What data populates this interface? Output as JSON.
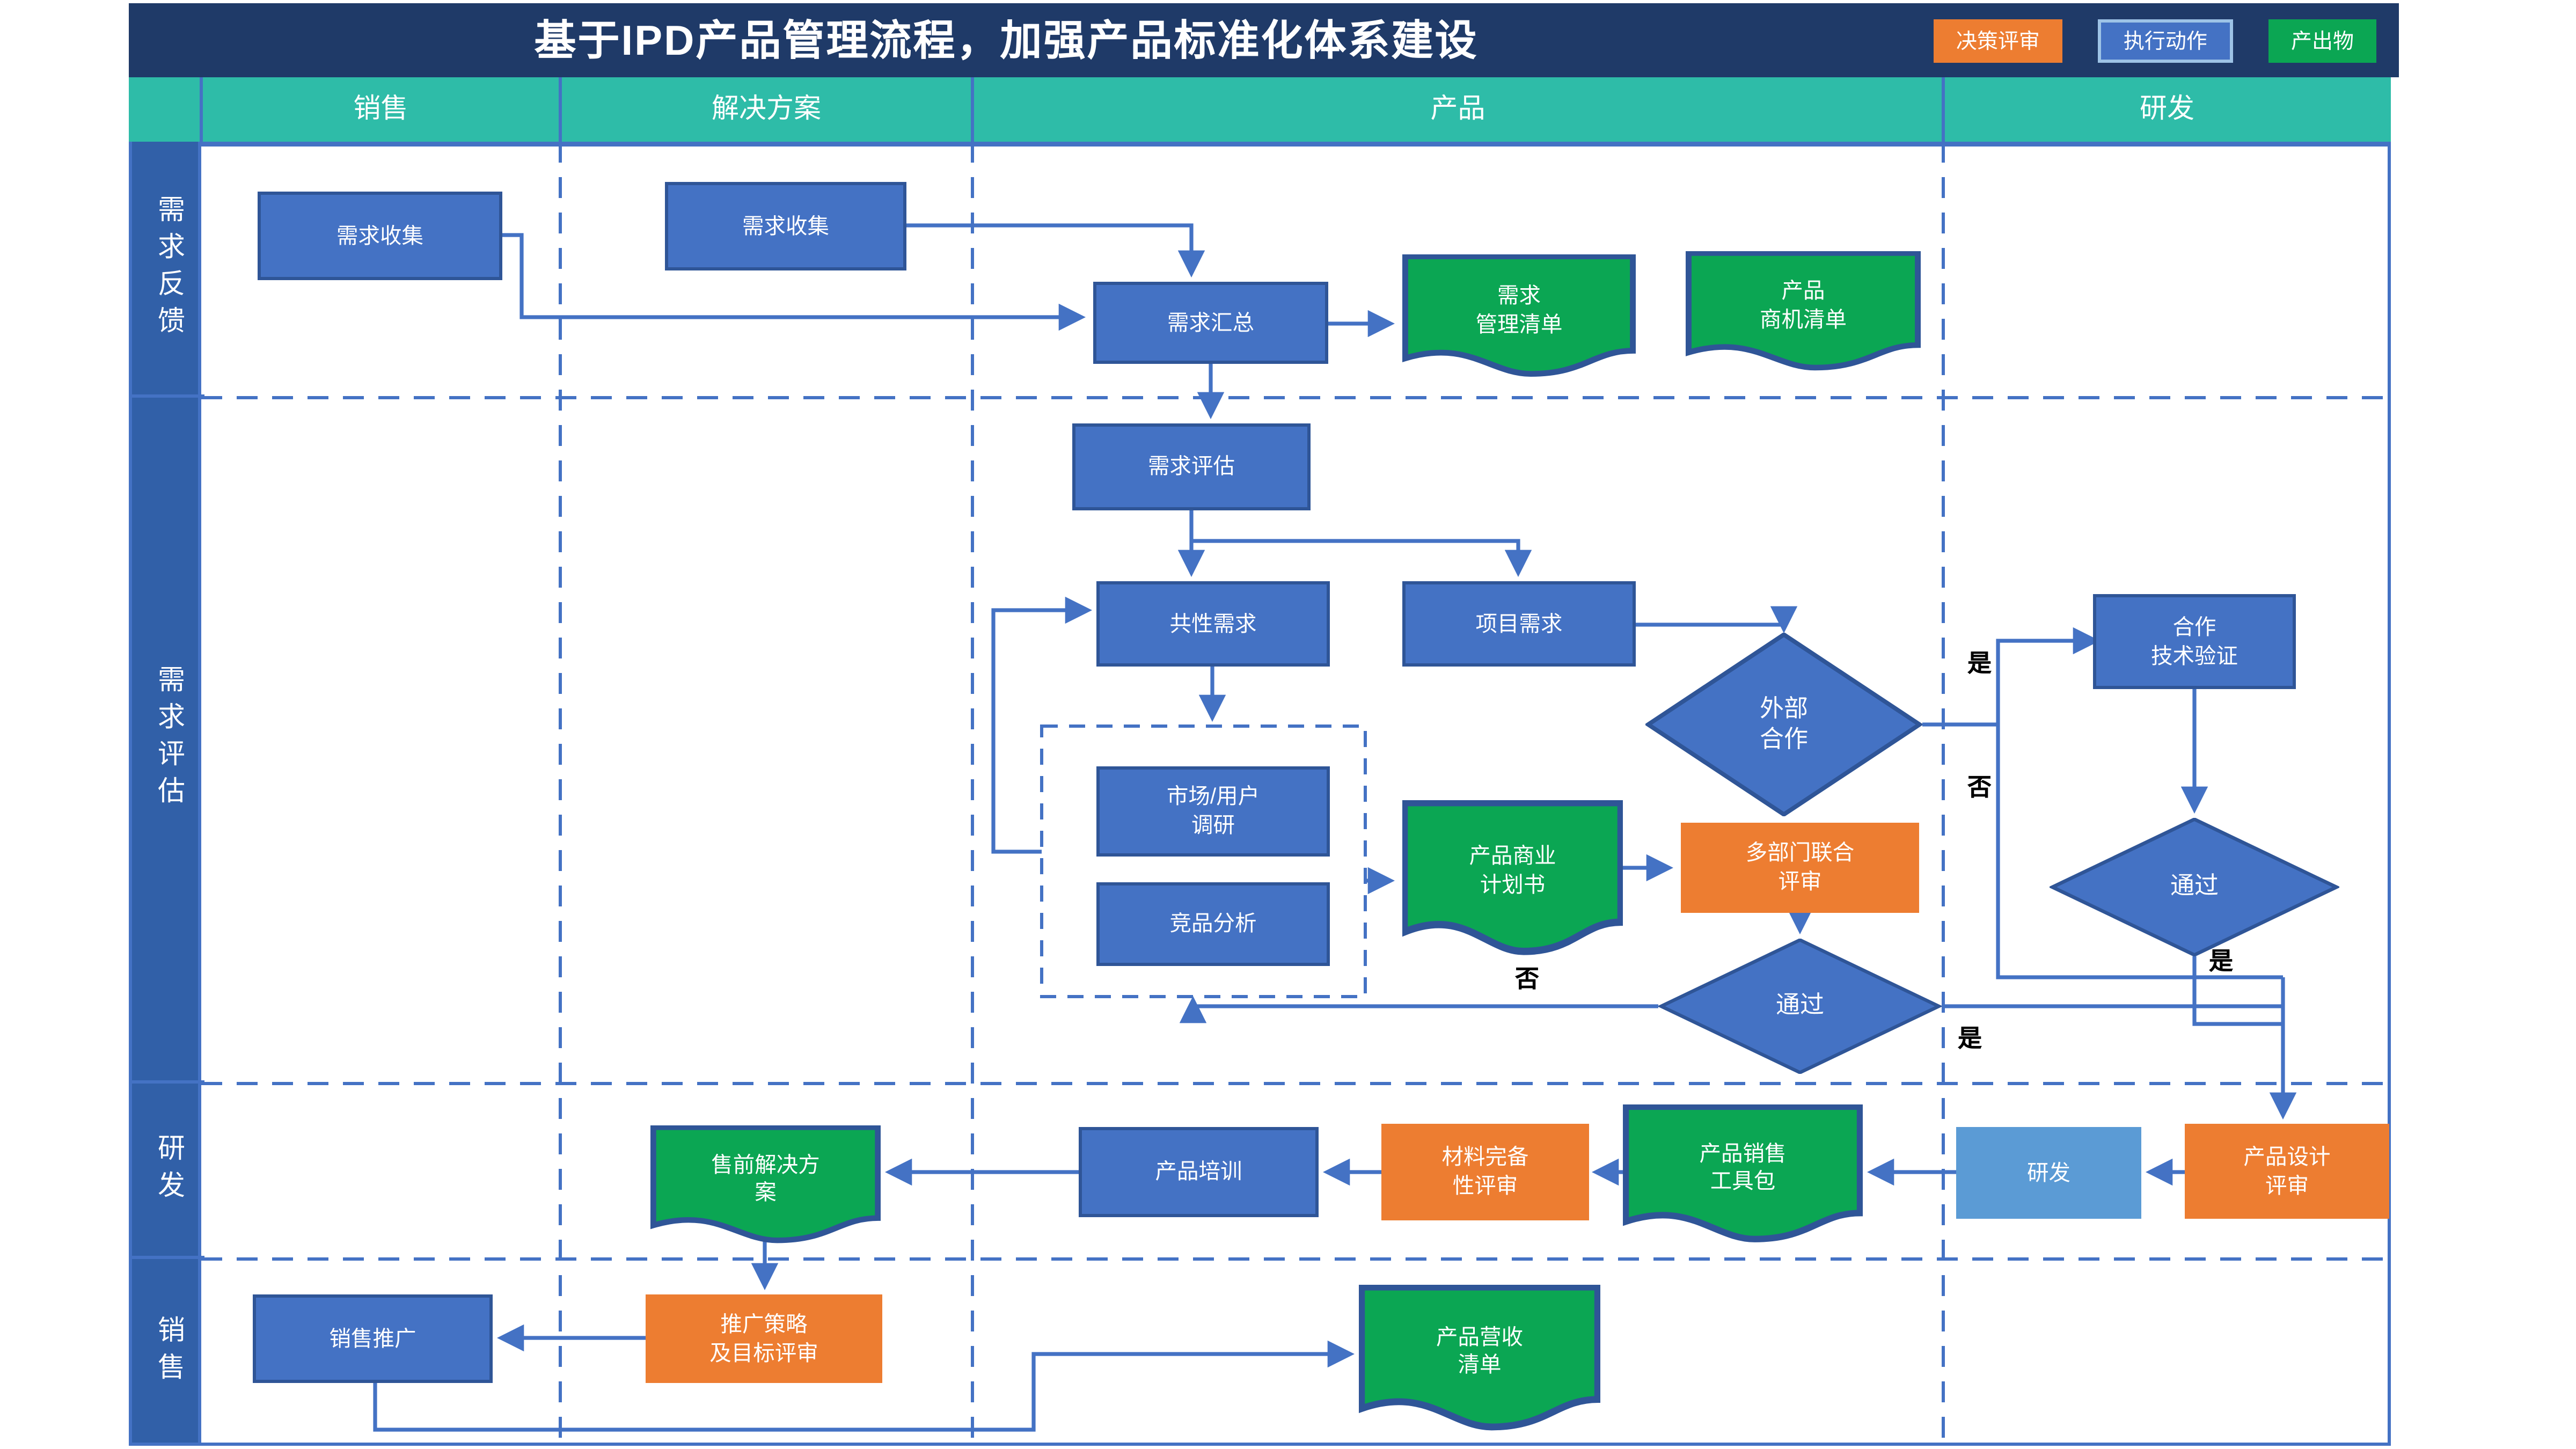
{
  "title": "基于IPD产品管理流程，加强产品标准化体系建设",
  "colors": {
    "title_bar": "#1F3A68",
    "lane_header": "#2EBCA8",
    "lane_label_bg": "#3160A8",
    "action_blue": "#4472C4",
    "action_border": "#2F5597",
    "decision_orange": "#ED7D31",
    "deliverable_green": "#0BA653",
    "execute_light_blue": "#5B9BD5",
    "connector": "#4472C4"
  },
  "legend": [
    {
      "label": "决策评审",
      "type": "decision"
    },
    {
      "label": "执行动作",
      "type": "action"
    },
    {
      "label": "产出物",
      "type": "deliverable"
    }
  ],
  "columns": [
    "销售",
    "解决方案",
    "产品",
    "研发"
  ],
  "rows": [
    "需求反馈",
    "需求评估",
    "研发",
    "销售"
  ],
  "nodes": {
    "collect_sales": {
      "label": "需求收集",
      "kind": "action"
    },
    "collect_solution": {
      "label": "需求收集",
      "kind": "action"
    },
    "summary": {
      "label": "需求汇总",
      "kind": "action"
    },
    "mgmt_list": {
      "label": "需求\n管理清单",
      "kind": "deliverable"
    },
    "biz_opp_list": {
      "label": "产品\n商机清单",
      "kind": "deliverable"
    },
    "evaluate": {
      "label": "需求评估",
      "kind": "action"
    },
    "common_req": {
      "label": "共性需求",
      "kind": "action"
    },
    "project_req": {
      "label": "项目需求",
      "kind": "action"
    },
    "ext_coop": {
      "label": "外部\n合作",
      "kind": "decision-diamond"
    },
    "coop_verify": {
      "label": "合作\n技术验证",
      "kind": "action"
    },
    "pass_r": {
      "label": "通过",
      "kind": "decision-diamond"
    },
    "market_research": {
      "label": "市场/用户\n调研",
      "kind": "action"
    },
    "competitor": {
      "label": "竞品分析",
      "kind": "action"
    },
    "biz_plan": {
      "label": "产品商业\n计划书",
      "kind": "deliverable"
    },
    "joint_review": {
      "label": "多部门联合\n评审",
      "kind": "decision"
    },
    "pass_b": {
      "label": "通过",
      "kind": "decision-diamond"
    },
    "presales": {
      "label": "售前解决方\n案",
      "kind": "deliverable"
    },
    "training": {
      "label": "产品培训",
      "kind": "action"
    },
    "material_review": {
      "label": "材料完备\n性评审",
      "kind": "decision"
    },
    "sales_kit": {
      "label": "产品销售\n工具包",
      "kind": "deliverable"
    },
    "rnd": {
      "label": "研发",
      "kind": "execute"
    },
    "design_review": {
      "label": "产品设计\n评审",
      "kind": "decision"
    },
    "promo": {
      "label": "销售推广",
      "kind": "action"
    },
    "promo_review": {
      "label": "推广策略\n及目标评审",
      "kind": "decision"
    },
    "revenue_list": {
      "label": "产品营收\n清单",
      "kind": "deliverable"
    }
  },
  "edge_labels": {
    "ext_coop_yes": "是",
    "ext_coop_no": "否",
    "pass_r_yes": "是",
    "pass_b_yes": "是",
    "pass_b_no": "否"
  }
}
